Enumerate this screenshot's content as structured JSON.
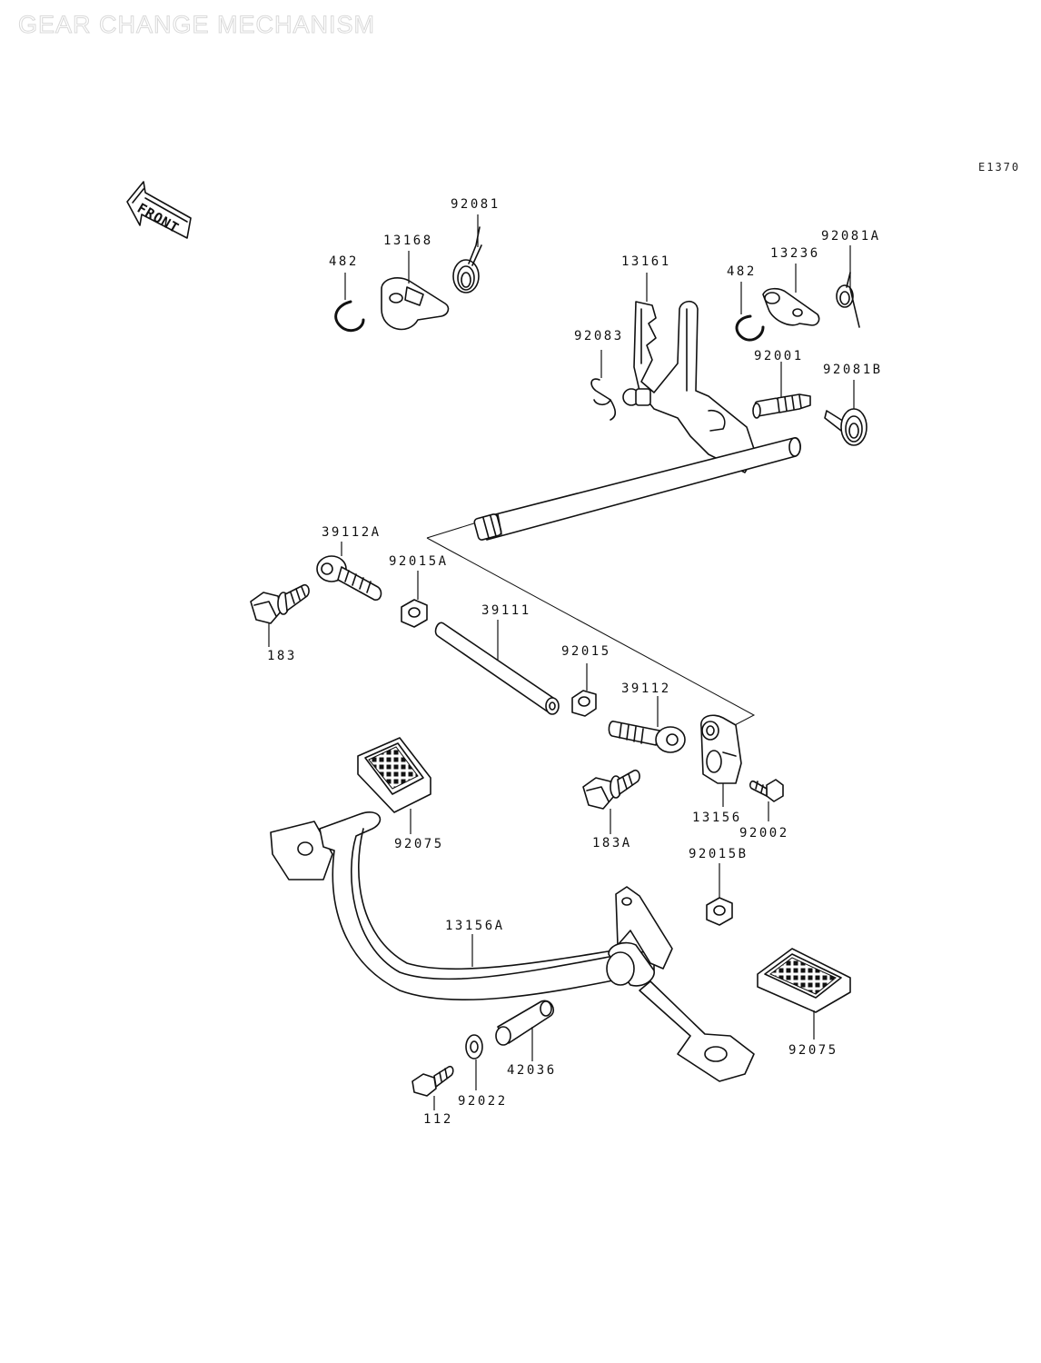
{
  "watermark": "GEAR CHANGE MECHANISM",
  "diagram_code": "E1370",
  "front_label": "FRONT",
  "labels": [
    {
      "id": "92081",
      "text": "92081"
    },
    {
      "id": "13168",
      "text": "13168"
    },
    {
      "id": "482a",
      "text": "482"
    },
    {
      "id": "13161",
      "text": "13161"
    },
    {
      "id": "482b",
      "text": "482"
    },
    {
      "id": "13236",
      "text": "13236"
    },
    {
      "id": "92081A",
      "text": "92081A"
    },
    {
      "id": "92083",
      "text": "92083"
    },
    {
      "id": "92001",
      "text": "92001"
    },
    {
      "id": "92081B",
      "text": "92081B"
    },
    {
      "id": "39112A",
      "text": "39112A"
    },
    {
      "id": "92015A",
      "text": "92015A"
    },
    {
      "id": "183",
      "text": "183"
    },
    {
      "id": "39111",
      "text": "39111"
    },
    {
      "id": "92015",
      "text": "92015"
    },
    {
      "id": "39112",
      "text": "39112"
    },
    {
      "id": "183A",
      "text": "183A"
    },
    {
      "id": "13156",
      "text": "13156"
    },
    {
      "id": "92002",
      "text": "92002"
    },
    {
      "id": "92075a",
      "text": "92075"
    },
    {
      "id": "92015B",
      "text": "92015B"
    },
    {
      "id": "13156A",
      "text": "13156A"
    },
    {
      "id": "92075b",
      "text": "92075"
    },
    {
      "id": "42036",
      "text": "42036"
    },
    {
      "id": "92022",
      "text": "92022"
    },
    {
      "id": "112",
      "text": "112"
    }
  ]
}
